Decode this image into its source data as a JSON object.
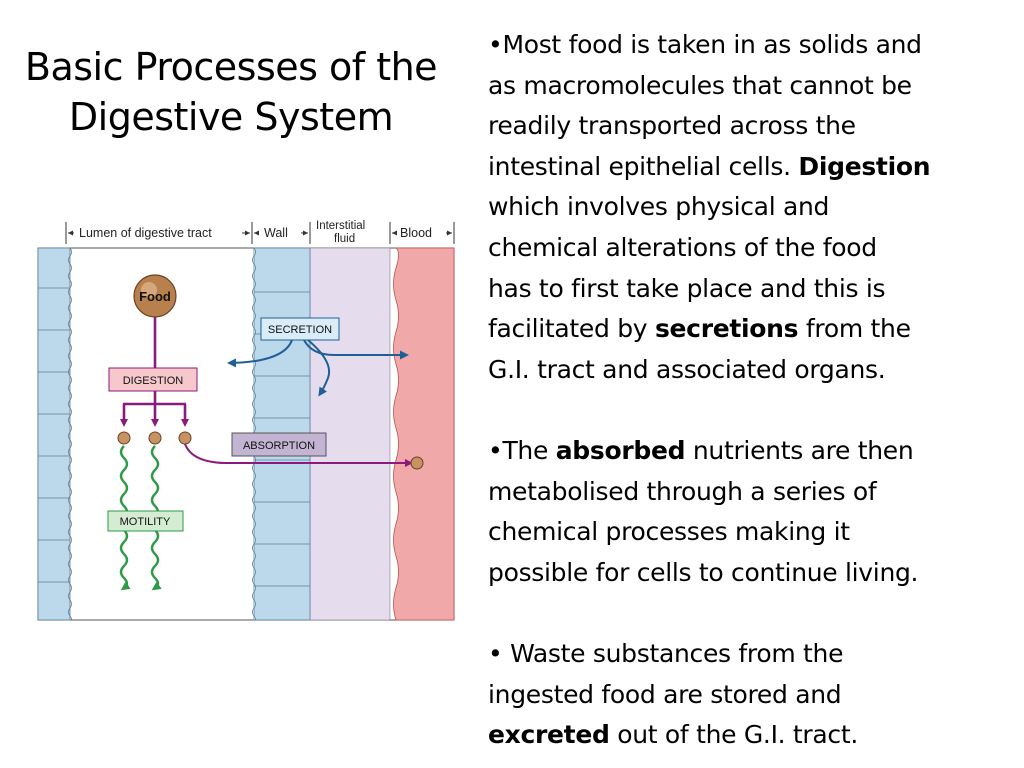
{
  "slide": {
    "title_line1": "Basic Processes of the",
    "title_line2": "Digestive System"
  },
  "diagram": {
    "header_lumen": "Lumen of digestive tract",
    "header_wall": "Wall",
    "header_interstitial_1": "Interstitial",
    "header_interstitial_2": "fluid",
    "header_blood": "Blood",
    "label_food": "Food",
    "label_secretion": "SECRETION",
    "label_digestion": "DIGESTION",
    "label_absorption": "ABSORPTION",
    "label_motility": "MOTILITY",
    "colors": {
      "lumen_wall_cells": "#bcd9ec",
      "interstitial": "#e5dcee",
      "blood": "#f0a8a8",
      "digestion_box": "#f6c8cc",
      "secretion_box": "#d9ecf8",
      "absorption_box": "#c4b4d4",
      "motility_box": "#d4ecd2",
      "arrow_purple": "#8b1a7e",
      "arrow_blue": "#1f5f96",
      "arrow_green": "#2e9a48"
    }
  },
  "text": {
    "p1_a": "•Most food is taken in as solids and",
    "p1_b": "as macromolecules that cannot be",
    "p1_c": "readily transported across the",
    "p1_d_pre": "intestinal epithelial cells. ",
    "p1_d_bold": "Digestion",
    "p1_e": "which involves physical and",
    "p1_f": "chemical alterations of the food",
    "p1_g": "has to first take place and this is",
    "p1_h_pre": "facilitated by ",
    "p1_h_bold": "secretions",
    "p1_h_post": " from the",
    "p1_i": "G.I. tract and associated organs.",
    "p2_a_pre": "•The ",
    "p2_a_bold": "absorbed",
    "p2_a_post": " nutrients are then",
    "p2_b": "metabolised through a series of",
    "p2_c": "chemical processes making it",
    "p2_d": "possible for cells to continue living.",
    "p3_a": "• Waste substances from the",
    "p3_b": "ingested food are stored and",
    "p3_c_bold": "excreted",
    "p3_c_post": " out of  the G.I. tract."
  }
}
